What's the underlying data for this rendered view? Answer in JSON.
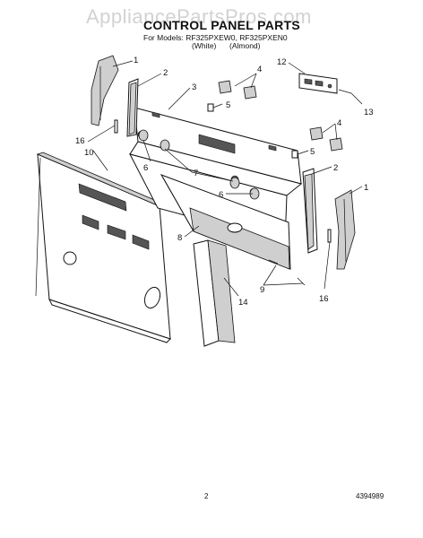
{
  "watermark": "AppliancePartsPros.com",
  "header": {
    "title": "CONTROL PANEL PARTS",
    "models": "For Models: RF325PXEW0, RF325PXEN0",
    "color_white": "(White)",
    "color_almond": "(Almond)"
  },
  "footer": {
    "page_number": "2",
    "document_number": "4394989"
  },
  "callouts": [
    {
      "id": "c1a",
      "label": "1"
    },
    {
      "id": "c2a",
      "label": "2"
    },
    {
      "id": "c3",
      "label": "3"
    },
    {
      "id": "c4a",
      "label": "4"
    },
    {
      "id": "c5a",
      "label": "5"
    },
    {
      "id": "c12",
      "label": "12"
    },
    {
      "id": "c13",
      "label": "13"
    },
    {
      "id": "c16a",
      "label": "16"
    },
    {
      "id": "c10",
      "label": "10"
    },
    {
      "id": "c4b",
      "label": "4"
    },
    {
      "id": "c5b",
      "label": "5"
    },
    {
      "id": "c6a",
      "label": "6"
    },
    {
      "id": "c7",
      "label": "7"
    },
    {
      "id": "c2b",
      "label": "2"
    },
    {
      "id": "c1b",
      "label": "1"
    },
    {
      "id": "c6b",
      "label": "6"
    },
    {
      "id": "c8",
      "label": "8"
    },
    {
      "id": "c9",
      "label": "9"
    },
    {
      "id": "c14",
      "label": "14"
    },
    {
      "id": "c16b",
      "label": "16"
    }
  ]
}
